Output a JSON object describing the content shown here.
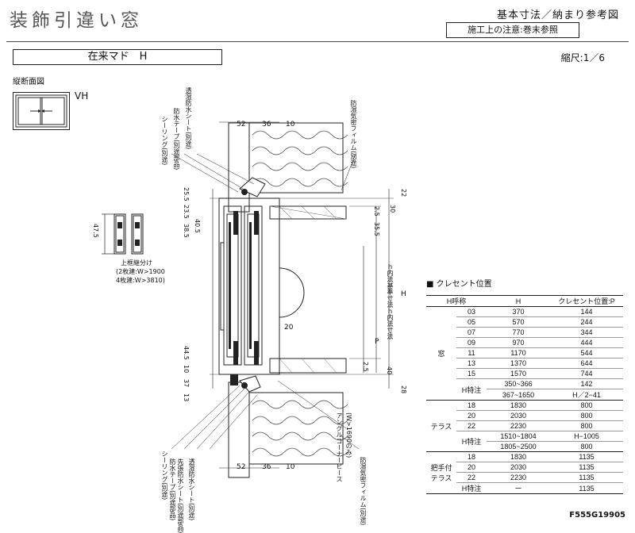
{
  "header": {
    "title": "装飾引違い窓",
    "subtitle": "基本寸法／納まり参考図",
    "note": "施工上の注意:巻末参照",
    "name": "在来マド　H",
    "scale": "縮尺:1／6"
  },
  "section_label": "縦断面図",
  "window_type": "VH",
  "drawing": {
    "top_dims": [
      "52",
      "36",
      "10"
    ],
    "bottom_dims": [
      "52",
      "36",
      "10"
    ],
    "left_dims_top": [
      "25.5",
      "23.5",
      "38.5",
      "40.5"
    ],
    "left_dims_bottom": [
      "44.5",
      "10",
      "37",
      "13"
    ],
    "right_dims_top": [
      "22",
      "30",
      "2.5",
      "35.5"
    ],
    "right_dims_bottom": [
      "2.5",
      "40",
      "28"
    ],
    "dim_20": "20",
    "dim_H": "H",
    "dim_P": "P",
    "inner_label": "ｈ内法基準寸法ｈ内法寸法",
    "labels_top": [
      "シーリング(別途)",
      "防水テープ(別途部品)",
      "透湿防水シート(別途)",
      "防湿気密フィルム(別途)"
    ],
    "labels_bottom": [
      "シーリング(別途)",
      "防水テープ(別途部品)",
      "先張防水シート(別途部品)",
      "透湿防水シート(別途)",
      "アングルコーナーピース",
      "(W>1690のみ)",
      "防湿気密フィルム(別途)"
    ],
    "detail_dim": "47.5",
    "detail_caption": [
      "上框継分け",
      "(2枚建:W>1900",
      "4枚建:W>3810)"
    ]
  },
  "crescent": {
    "title": "■ クレセント位置",
    "headers": [
      "H呼称",
      "H",
      "クレセント位置:P"
    ],
    "groups": [
      {
        "label": "窓",
        "rows": [
          [
            "03",
            "370",
            "144"
          ],
          [
            "05",
            "570",
            "244"
          ],
          [
            "07",
            "770",
            "344"
          ],
          [
            "09",
            "970",
            "444"
          ],
          [
            "11",
            "1170",
            "544"
          ],
          [
            "13",
            "1370",
            "644"
          ],
          [
            "15",
            "1570",
            "744"
          ],
          [
            "H特注",
            "350~366",
            "142"
          ],
          [
            "",
            "367~1650",
            "H／2−41"
          ]
        ]
      },
      {
        "label": "テラス",
        "rows": [
          [
            "18",
            "1830",
            "800"
          ],
          [
            "20",
            "2030",
            "800"
          ],
          [
            "22",
            "2230",
            "800"
          ],
          [
            "H特注",
            "1510~1804",
            "H−1005"
          ],
          [
            "",
            "1805~2500",
            "800"
          ]
        ]
      },
      {
        "label": "把手付テラス",
        "rows": [
          [
            "18",
            "1830",
            "1135"
          ],
          [
            "20",
            "2030",
            "1135"
          ],
          [
            "22",
            "2230",
            "1135"
          ],
          [
            "H特注",
            "ー",
            "1135"
          ]
        ]
      }
    ]
  },
  "code": "F555G19905"
}
